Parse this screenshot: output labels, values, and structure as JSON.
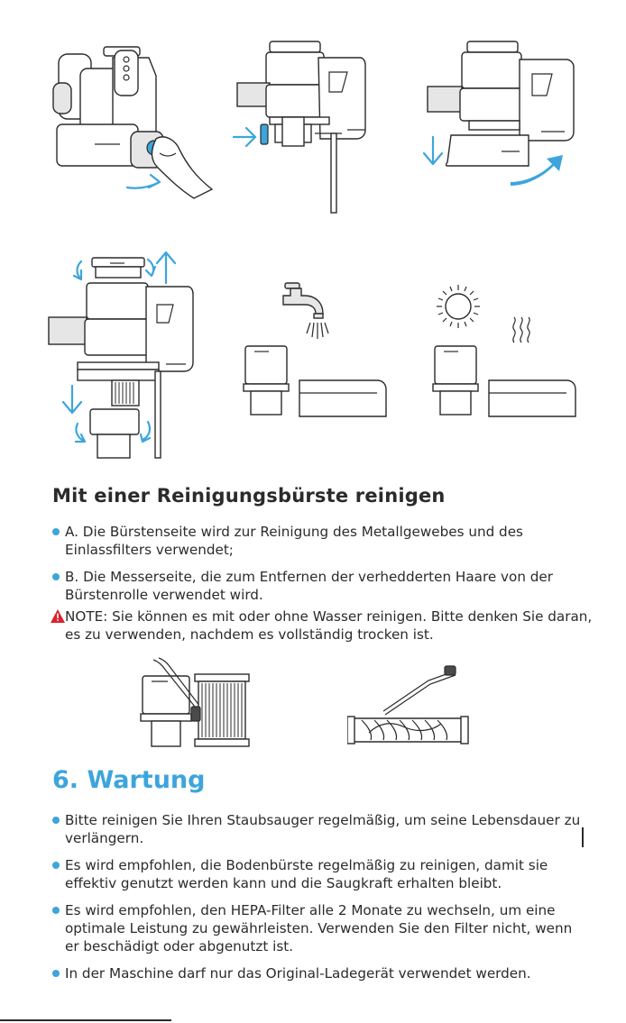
{
  "theme": {
    "accent": "#3da5dc",
    "warning": "#d9232e"
  },
  "brush_section": {
    "title": "Mit einer Reinigungsbürste reinigen",
    "items": [
      "A. Die Bürstenseite wird zur Reinigung des Metallgewebes und des Einlassfilters verwendet;",
      "B. Die Messerseite, die zum Entfernen der verhedderten Haare von der Bürstenrolle verwendet wird."
    ],
    "note": "NOTE: Sie können es mit oder ohne Wasser reinigen. Bitte denken Sie daran, es zu verwenden, nachdem es vollständig trocken ist."
  },
  "maintenance": {
    "title": "6. Wartung",
    "items": [
      "Bitte reinigen Sie Ihren Staubsauger regelmäßig, um seine Lebensdauer zu verlängern.",
      "Es wird empfohlen, die Bodenbürste regelmäßig zu reinigen, damit sie effektiv genutzt werden kann und die Saugkraft erhalten bleibt.",
      "Es wird empfohlen, den HEPA-Filter alle 2 Monate zu wechseln, um eine optimale Leistung zu gewährleisten. Verwenden Sie den Filter nicht, wenn er beschädigt oder abgenutzt ist.",
      "In der Maschine darf nur das Original-Ladegerät verwendet werden."
    ]
  },
  "icons": {
    "illustrations": [
      "press-release-illustration",
      "dustbin-release-illustration",
      "dustbin-remove-illustration",
      "filter-separate-illustration",
      "rinse-illustration",
      "dry-illustration",
      "brush-filter-illustration",
      "brush-roller-illustration"
    ],
    "symbols": [
      "bullet-icon",
      "warning-triangle-icon",
      "faucet-icon",
      "sun-icon",
      "heat-waves-icon"
    ]
  }
}
